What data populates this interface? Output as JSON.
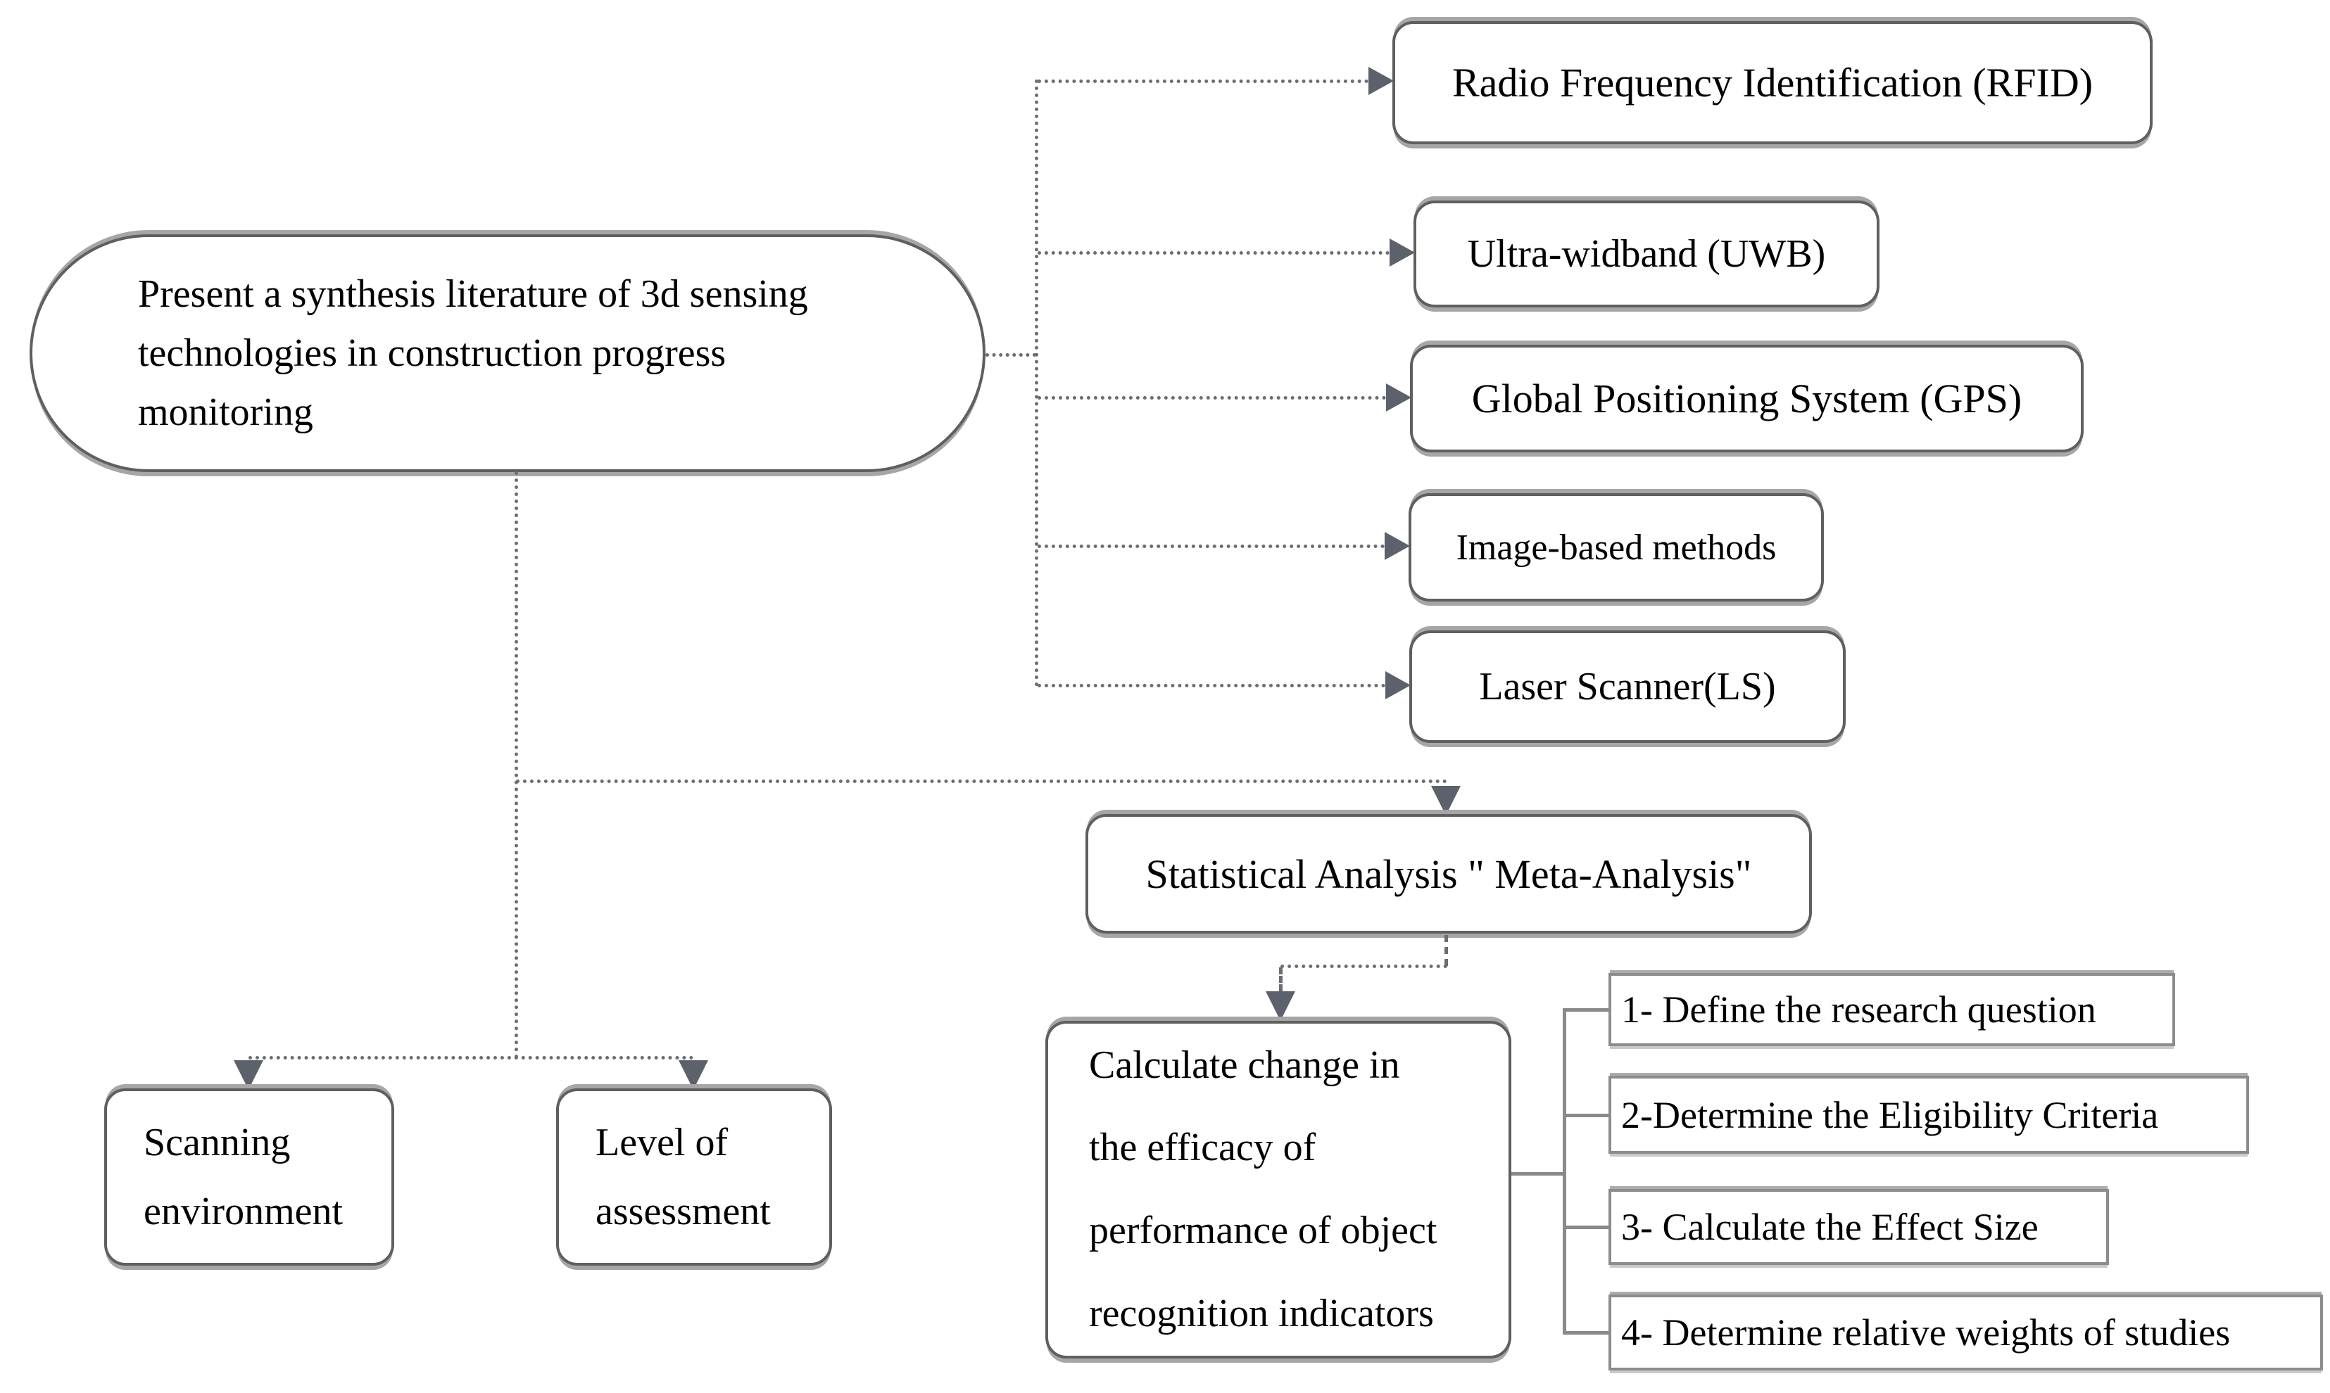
{
  "diagram": {
    "root": {
      "label": "Present a synthesis literature of 3d sensing\ntechnologies in construction progress\nmonitoring"
    },
    "technologies": [
      {
        "label": "Radio Frequency Identification (RFID)"
      },
      {
        "label": "Ultra-widband (UWB)"
      },
      {
        "label": "Global Positioning System (GPS)"
      },
      {
        "label": "Image-based methods"
      },
      {
        "label": "Laser Scanner(LS)"
      }
    ],
    "analysis": {
      "label": "Statistical Analysis \" Meta-Analysis\""
    },
    "calculate": {
      "label": "Calculate change in\nthe efficacy of\nperformance of object\nrecognition indicators"
    },
    "meta_steps": [
      {
        "label": "1- Define the research question"
      },
      {
        "label": "2-Determine the Eligibility Criteria"
      },
      {
        "label": "3- Calculate the Effect Size"
      },
      {
        "label": "4- Determine relative weights of studies"
      }
    ],
    "factors": [
      {
        "label": "Scanning\nenvironment"
      },
      {
        "label": "Level of\nassessment"
      }
    ],
    "colors": {
      "background": "#ffffff",
      "text": "#000000",
      "node_border": "#5f5f5f",
      "node_edge_bar": "#a6a6a6",
      "step_border": "#8c8c8c",
      "connector": "#696d74",
      "arrowhead": "#5c616b",
      "bracket": "#8a8a8a"
    }
  }
}
